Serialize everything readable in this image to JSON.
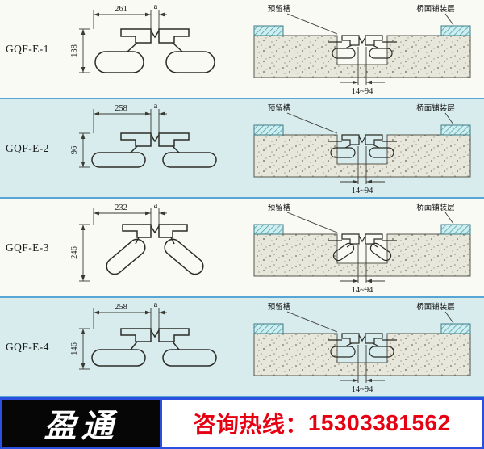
{
  "rows": [
    {
      "model": "GQF-E-1",
      "width": "261",
      "gap": "a",
      "height": "138",
      "groove": "预留槽",
      "pavement": "桥面铺装层",
      "range": "14~94"
    },
    {
      "model": "GQF-E-2",
      "width": "258",
      "gap": "a",
      "height": "96",
      "groove": "预留槽",
      "pavement": "桥面铺装层",
      "range": "14~94"
    },
    {
      "model": "GQF-E-3",
      "width": "232",
      "gap": "a",
      "height": "246",
      "groove": "预留槽",
      "pavement": "桥面铺装层",
      "range": "14~94"
    },
    {
      "model": "GQF-E-4",
      "width": "258",
      "gap": "a",
      "height": "146",
      "groove": "预留槽",
      "pavement": "桥面铺装层",
      "range": "14~94"
    }
  ],
  "footer": {
    "brand": "盈通",
    "hotline_label": "咨询热线：",
    "hotline_number": "15303381562"
  },
  "colors": {
    "row_alt": "#d8ecee",
    "separator": "#58a6d6",
    "frame_blue": "#2b4fe0",
    "hotline_red": "#e60012",
    "concrete": "#e7e7dc",
    "pavement_hatch": "#cfeef0"
  }
}
